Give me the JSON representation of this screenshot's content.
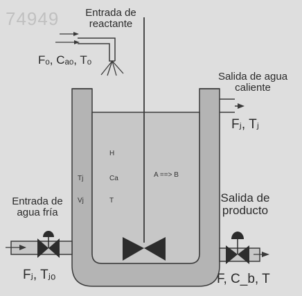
{
  "watermark": "74949",
  "reactant_inlet": {
    "title_line1": "Entrada de",
    "title_line2": "reactante",
    "vars": "Fₒ, Cₐₒ, Tₒ"
  },
  "hot_water_outlet": {
    "title_line1": "Salida de agua",
    "title_line2": "caliente",
    "vars": "Fⱼ, Tⱼ"
  },
  "cold_water_inlet": {
    "title_line1": "Entrada de",
    "title_line2": "agua fría",
    "vars": "Fⱼ, Tⱼₒ"
  },
  "product_outlet": {
    "title_line1": "Salida de",
    "title_line2": "producto",
    "vars": "F, C_b, T"
  },
  "jacket": {
    "temp_label": "Tj",
    "volume_label": "Vj"
  },
  "reactor": {
    "label_h": "H",
    "label_ca": "Ca",
    "label_t": "T",
    "reaction": "A ==> B"
  },
  "colors": {
    "background": "#dedede",
    "jacket": "#b4b4b4",
    "liquid": "#c7c7c7",
    "line": "#3a3a3a",
    "dark": "#2c2c2c"
  }
}
